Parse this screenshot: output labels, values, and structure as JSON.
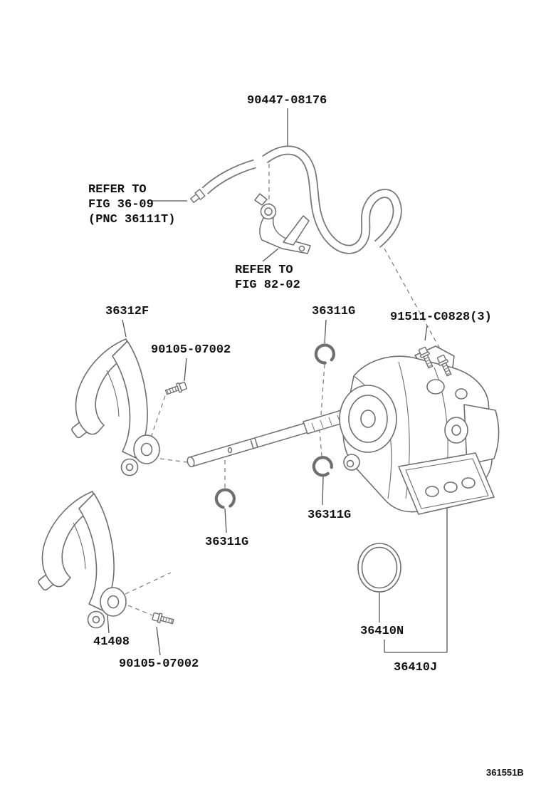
{
  "diagram": {
    "code": "361551B",
    "colors": {
      "line": "#6f6f6f",
      "label": "#111111",
      "background": "#ffffff"
    },
    "labels": {
      "hose": "90447-08176",
      "refer_fig_36_09": "REFER TO\nFIG 36-09\n(PNC 36111T)",
      "refer_fig_82_02": "REFER TO\nFIG 82-02",
      "upper_fork": "36312F",
      "snap_ring_upper": "36311G",
      "bolt_kit": "91511-C0828(3)",
      "bolt_upper": "90105-07002",
      "snap_ring_right": "36311G",
      "snap_ring_left": "36311G",
      "lower_fork": "41408",
      "bolt_lower": "90105-07002",
      "o_ring": "36410N",
      "actuator_assembly": "36410J"
    }
  }
}
